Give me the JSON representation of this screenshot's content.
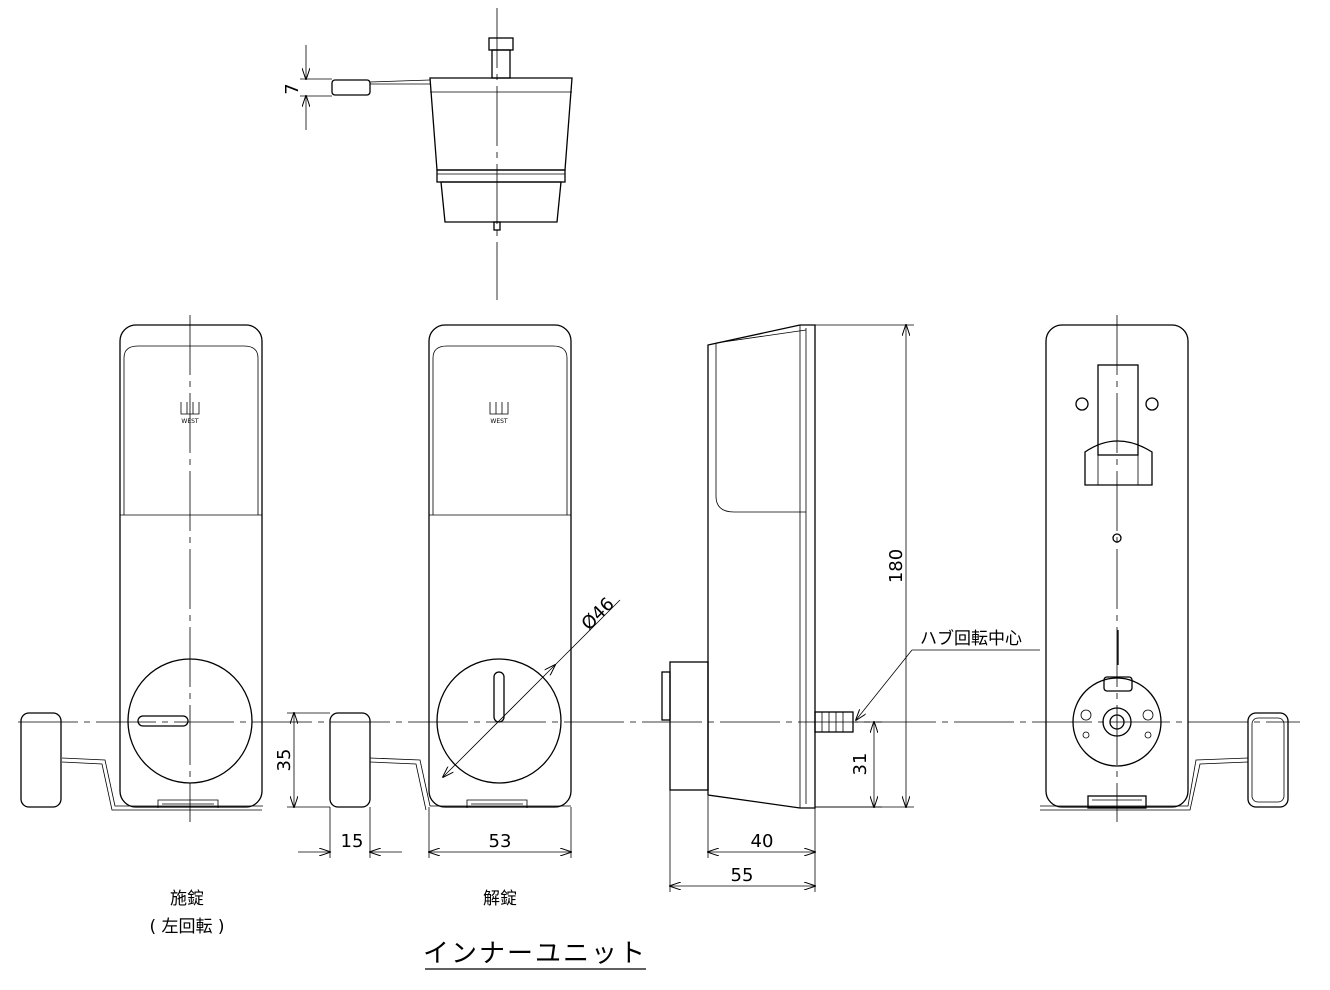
{
  "title": "インナーユニット",
  "views": {
    "locked": {
      "label_1": "施錠",
      "label_2": "( 左回転 )"
    },
    "unlocked": {
      "label": "解錠"
    }
  },
  "logo_text": "WEST",
  "dimensions": {
    "tab_height": "7",
    "knob_offset": "35",
    "knob_width": "15",
    "body_width": "53",
    "dial_diameter": "Ø46",
    "height_total": "180",
    "hub_height": "31",
    "depth_body": "40",
    "depth_total": "55"
  },
  "annotations": {
    "hub_center": "ハブ回転中心"
  }
}
